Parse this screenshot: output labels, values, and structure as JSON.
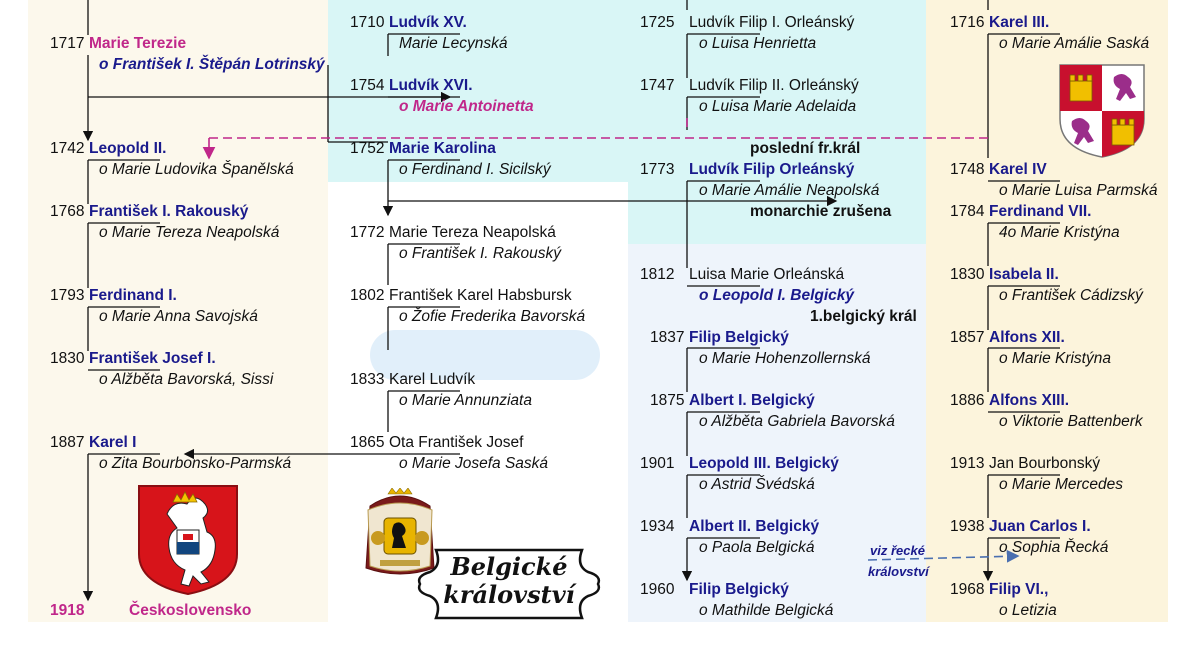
{
  "col1": [
    {
      "year": "1717",
      "name": "Marie Terezie",
      "spouse": "o František I. Štěpán Lotrinský"
    },
    {
      "year": "1742",
      "name": "Leopold II.",
      "spouse": "o Marie Ludovika Španělská"
    },
    {
      "year": "1768",
      "name": "František I. Rakouský",
      "spouse": "o Marie Tereza Neapolská"
    },
    {
      "year": "1793",
      "name": "Ferdinand I.",
      "spouse": "o Marie Anna Savojská"
    },
    {
      "year": "1830",
      "name": "František Josef I.",
      "spouse": "o Alžběta Bavorská, Sissi"
    },
    {
      "year": "1887",
      "name": "Karel I",
      "spouse": "o Zita Bourbonsko-Parmská"
    },
    {
      "year": "1918",
      "name": "Československo"
    }
  ],
  "col2": [
    {
      "year": "1710",
      "name": "Ludvík XV.",
      "spouse": "Marie Lecynská"
    },
    {
      "year": "1754",
      "name": "Ludvík XVI.",
      "spouse": "o Marie Antoinetta"
    },
    {
      "year": "1752",
      "name": "Marie Karolina",
      "spouse": "o Ferdinand I. Sicilský"
    },
    {
      "year": "1772",
      "name": "Marie Tereza Neapolská",
      "spouse": "o František I. Rakouský"
    },
    {
      "year": "1802",
      "name": "František Karel Habsbursk",
      "spouse": "o Žofie Frederika Bavorská"
    },
    {
      "year": "1833",
      "name": "Karel Ludvík",
      "spouse": "o Marie Annunziata"
    },
    {
      "year": "1865",
      "name": "Ota František Josef",
      "spouse": "o Marie Josefa Saská"
    }
  ],
  "col3": [
    {
      "year": "1725",
      "name": "Ludvík Filip I. Orleánský",
      "spouse": "o Luisa Henrietta"
    },
    {
      "year": "1747",
      "name": "Ludvík Filip II. Orleánský",
      "spouse": "o Luisa Marie Adelaida"
    },
    {
      "year": "1773",
      "name": "Ludvík Filip Orleánský",
      "spouse": "o Marie Amálie Neapolská"
    },
    {
      "year": "1812",
      "name": "Luisa Marie Orleánská",
      "spouse": "o Leopold I. Belgický"
    },
    {
      "year": "1837",
      "name": "Filip Belgický",
      "spouse": "o Marie Hohenzollernská"
    },
    {
      "year": "1875",
      "name": "Albert I. Belgický",
      "spouse": "o Alžběta Gabriela Bavorská"
    },
    {
      "year": "1901",
      "name": "Leopold III. Belgický",
      "spouse": "o Astrid Švédská"
    },
    {
      "year": "1934",
      "name": "Albert II. Belgický",
      "spouse": "o Paola Belgická"
    },
    {
      "year": "1960",
      "name": "Filip Belgický",
      "spouse": "o Mathilde Belgická"
    }
  ],
  "col4": [
    {
      "year": "1716",
      "name": "Karel III.",
      "spouse": "o Marie Amálie Saská"
    },
    {
      "year": "1748",
      "name": "Karel IV",
      "spouse": "o Marie Luisa Parmská"
    },
    {
      "year": "1784",
      "name": "Ferdinand VII.",
      "spouse": "4o Marie Kristýna"
    },
    {
      "year": "1830",
      "name": "Isabela II.",
      "spouse": "o František Cádizský"
    },
    {
      "year": "1857",
      "name": "Alfons XII.",
      "spouse": "o Marie Kristýna"
    },
    {
      "year": "1886",
      "name": "Alfons XIII.",
      "spouse": "o Viktorie Battenberk"
    },
    {
      "year": "1913",
      "name": "Jan Bourbonský",
      "spouse": "o Marie Mercedes"
    },
    {
      "year": "1938",
      "name": "Juan Carlos I.",
      "spouse": "o Sophia Řecká"
    },
    {
      "year": "1968",
      "name": "Filip VI.,",
      "spouse": "o Letizia"
    }
  ],
  "notes": {
    "last_king": "poslední fr.král",
    "monarchy_abolished": "monarchie zrušena",
    "first_belgian_king": "1.belgický král",
    "see_greek_1": "viz řecké",
    "see_greek_2": "království"
  },
  "banner": {
    "line1": "Belgické",
    "line2": "království"
  },
  "colors": {
    "col1_bg": "#fcf8ec",
    "col2_top_bg": "#d9f6f6",
    "col3_top_bg": "#d9f6f6",
    "col3_bottom_bg": "#eef4fb",
    "col4_bg": "#fcf4dc",
    "name_blue": "#1a1a8c",
    "name_pink": "#c0278a",
    "dashed_pink": "#c0278a",
    "dashed_blue": "#4a6fb0"
  },
  "icons": [
    "czechoslovak-coat-of-arms-icon",
    "belgian-coat-of-arms-icon",
    "spanish-castile-leon-arms-icon"
  ]
}
